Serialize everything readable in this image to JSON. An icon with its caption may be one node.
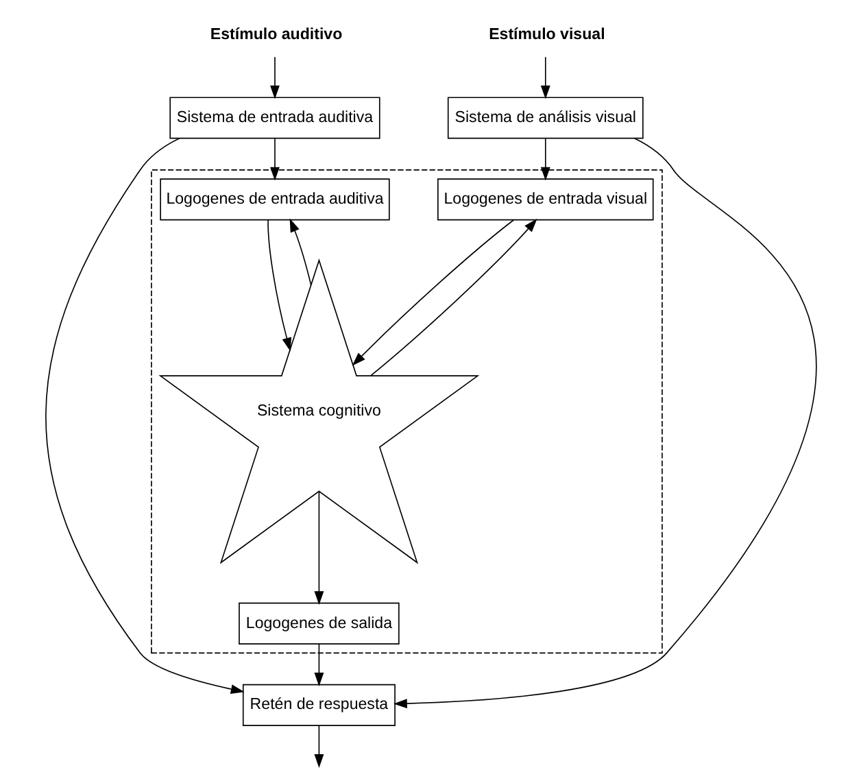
{
  "diagram": {
    "nodes": [
      {
        "text": [
          "Estímulo auditivo"
        ]
      },
      {
        "text": [
          "Estímulo visual"
        ]
      },
      {
        "text": [
          "Sistema de entrada auditiva"
        ]
      },
      {
        "text": [
          "Sistema de análisis visual"
        ]
      },
      {
        "text": [],
        "shape": "box"
      },
      {
        "text": [
          "Logogenes de entrada auditiva"
        ],
        "in": 4
      },
      {
        "text": [
          "Logogenes de entrada visual"
        ],
        "in": 4
      },
      {
        "text": [
          "Sistema cognitivo"
        ],
        "in": 4
      },
      {
        "text": [
          "Logogenes de salida"
        ],
        "in": 4
      },
      {
        "text": [
          "Retén de respuesta"
        ]
      }
    ],
    "edges": [
      {
        "from": 0,
        "to": 2,
        "arrow": "to"
      },
      {
        "from": 1,
        "to": 3,
        "arrow": "to"
      },
      {
        "from": 2,
        "to": 5,
        "arrow": "to"
      },
      {
        "from": 3,
        "to": 6,
        "arrow": "to"
      },
      {
        "from": 7,
        "to": 5,
        "arrow": "to"
      },
      {
        "from": 5,
        "to": 7,
        "arrow": "to"
      },
      {
        "from": 7,
        "to": 6,
        "arrow": "to"
      },
      {
        "from": 6,
        "to": 7,
        "arrow": "to"
      },
      {
        "from": 7,
        "to": 8,
        "arrow": "to"
      },
      {
        "from": 8,
        "to": 9,
        "arrow": "to"
      },
      {
        "from": 2,
        "to": 9,
        "arrow": "to"
      },
      {
        "from": 3,
        "to": 9,
        "arrow": "to"
      },
      {
        "from": 9,
        "to": null,
        "arrow": "to"
      }
    ]
  }
}
